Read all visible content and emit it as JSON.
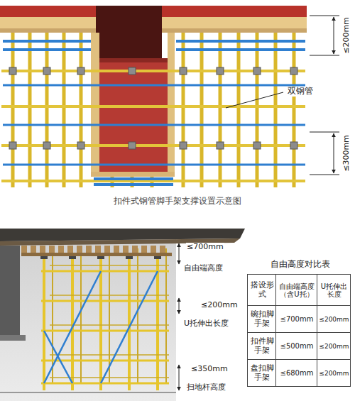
{
  "diagram": {
    "caption": "扣件式钢管脚手架支撑设置示意图",
    "labels": [
      "≤200mm",
      "双钢管",
      "≤300mm",
      "≤700mm",
      "自由端高度",
      "≤200mm",
      "U托伸出长度",
      "≤350mm",
      "扫地杆高度",
      "自由高度对比表",
      "搭设形式",
      "自由端高度（含U托）",
      "U托伸出长度",
      "碗扣脚手架",
      "≤700mm",
      "≤200mm",
      "扣件脚手架",
      "≤500mm",
      "≤200mm",
      "盘扣脚手架",
      "≤680mm",
      "≤200mm"
    ]
  }
}
